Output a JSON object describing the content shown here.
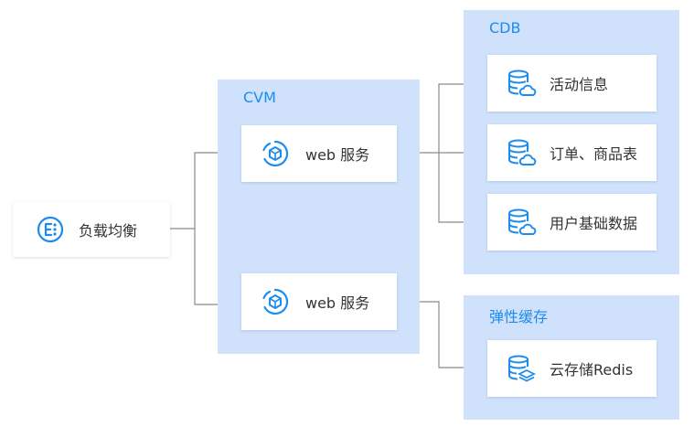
{
  "colors": {
    "group_bg": "#cfe1fb",
    "accent": "#1d8cf0",
    "line": "#8a8a8a",
    "text": "#333333"
  },
  "load_balancer": {
    "label": "负载均衡",
    "icon": "load-balancer-icon"
  },
  "cvm": {
    "title": "CVM",
    "nodes": [
      {
        "label": "web 服务",
        "icon": "web-service-icon"
      },
      {
        "label": "web 服务",
        "icon": "web-service-icon"
      }
    ]
  },
  "cdb": {
    "title": "CDB",
    "nodes": [
      {
        "label": "活动信息",
        "icon": "database-cloud-icon"
      },
      {
        "label": "订单、商品表",
        "icon": "database-cloud-icon"
      },
      {
        "label": "用户基础数据",
        "icon": "database-cloud-icon"
      }
    ]
  },
  "cache": {
    "title": "弹性缓存",
    "nodes": [
      {
        "label": "云存储Redis",
        "icon": "database-stack-icon"
      }
    ]
  }
}
